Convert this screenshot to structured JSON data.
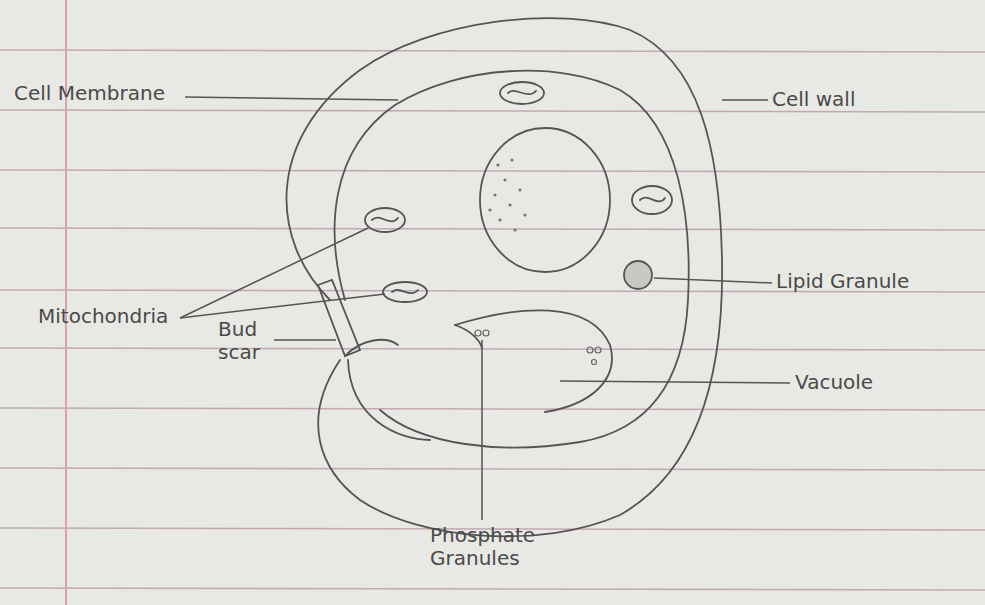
{
  "diagram": {
    "labels": [
      "Cell Membrane",
      "Cell wall",
      "Lipid Granule",
      "Mitochondria",
      "Bud scar",
      "Vacuole",
      "Phosphate Granules"
    ]
  }
}
